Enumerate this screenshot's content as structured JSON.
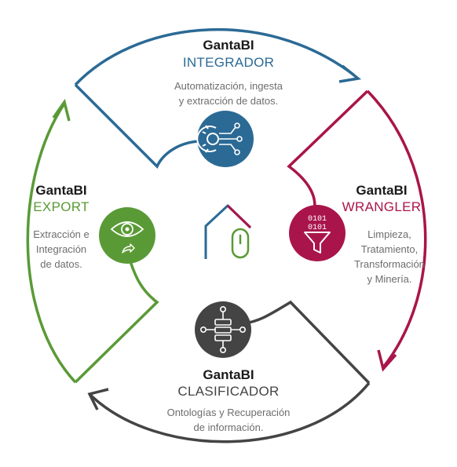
{
  "colors": {
    "integrador": "#2b6a95",
    "wrangler": "#a9154a",
    "clasificador": "#444444",
    "export": "#5a9a36"
  },
  "integrador": {
    "brand": "GantaBI",
    "module": "INTEGRADOR",
    "desc_line1": "Automatización, ingesta",
    "desc_line2": "y extracción de datos.",
    "icon": "gear-network-icon"
  },
  "wrangler": {
    "brand": "GantaBI",
    "module": "WRANGLER",
    "desc_line1": "Limpieza,",
    "desc_line2": "Tratamiento,",
    "desc_line3": "Transformación",
    "desc_line4": "y Minería.",
    "icon_line1": "0101",
    "icon_line2": "0101",
    "icon": "binary-funnel-icon"
  },
  "clasificador": {
    "brand": "GantaBI",
    "module": "CLASIFICADOR",
    "desc_line1": "Ontologías y Recuperación",
    "desc_line2": "de información.",
    "icon": "network-classifier-icon"
  },
  "export": {
    "brand": "GantaBI",
    "module": "EXPORT",
    "desc_line1": "Extracción e",
    "desc_line2": "Integración",
    "desc_line3": "de datos.",
    "icon": "eye-gear-share-icon"
  },
  "center": {
    "icon": "house-mouse-icon"
  }
}
